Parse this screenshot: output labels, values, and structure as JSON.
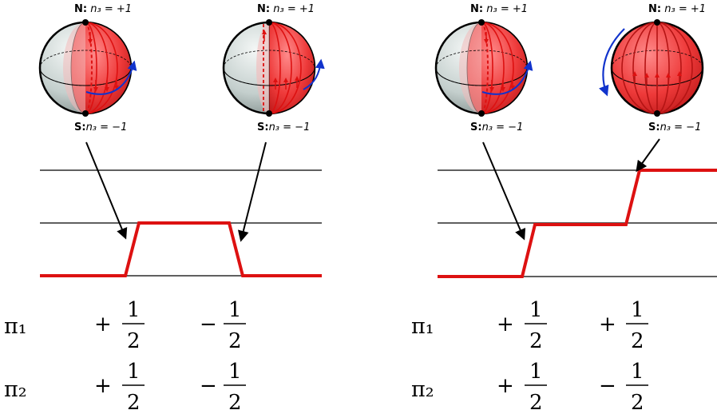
{
  "spheres": [
    {
      "north": "N:",
      "north_math": "n₃ = +1",
      "south": "S:",
      "south_math": "n₃ = −1"
    },
    {
      "north": "N:",
      "north_math": "n₃ = +1",
      "south": "S:",
      "south_math": "n₃ = −1"
    },
    {
      "north": "N:",
      "north_math": "n₃ = +1",
      "south": "S:",
      "south_math": "n₃ = −1"
    },
    {
      "north": "N:",
      "north_math": "n₃ = +1",
      "south": "S:",
      "south_math": "n₃ = −1"
    }
  ],
  "rows": [
    {
      "symbol": "π₁"
    },
    {
      "symbol": "π₂"
    }
  ],
  "left_panel": {
    "pi1": [
      {
        "sign": "+",
        "num": "1",
        "den": "2"
      },
      {
        "sign": "−",
        "num": "1",
        "den": "2"
      }
    ],
    "pi2": [
      {
        "sign": "+",
        "num": "1",
        "den": "2"
      },
      {
        "sign": "−",
        "num": "1",
        "den": "2"
      }
    ]
  },
  "right_panel": {
    "pi1": [
      {
        "sign": "+",
        "num": "1",
        "den": "2"
      },
      {
        "sign": "+",
        "num": "1",
        "den": "2"
      }
    ],
    "pi2": [
      {
        "sign": "+",
        "num": "1",
        "den": "2"
      },
      {
        "sign": "−",
        "num": "1",
        "den": "2"
      }
    ]
  },
  "colors": {
    "profile": "#dd1111",
    "sphere_fill": "#c9d4d2",
    "hemisphere": "#ee3333",
    "rotation_arrow": "#1133cc",
    "line": "#000000"
  }
}
